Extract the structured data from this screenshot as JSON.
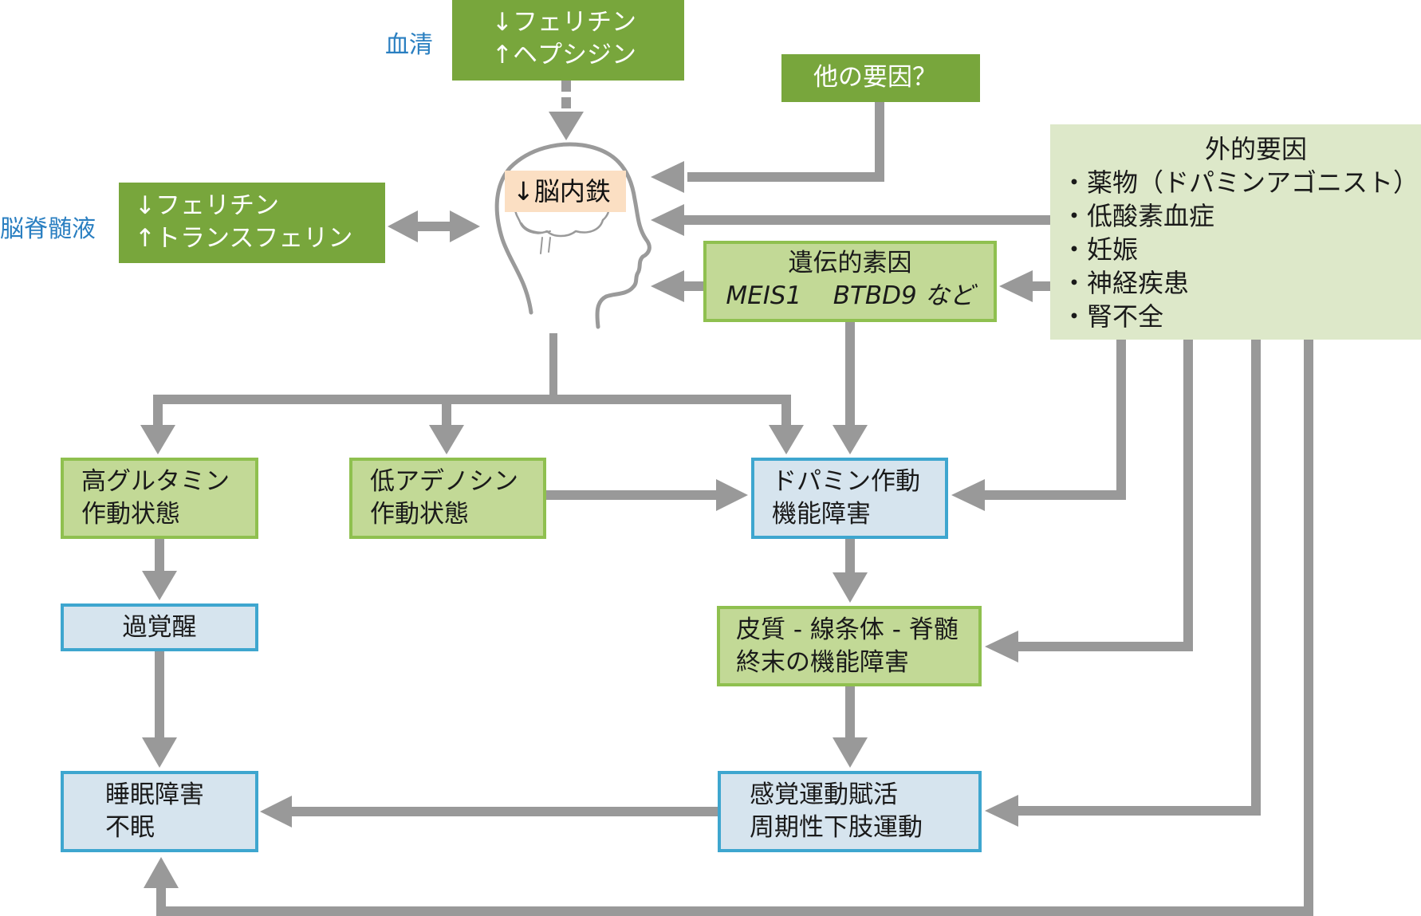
{
  "colors": {
    "dark_green": "#78a63c",
    "light_green_fill": "#c2d996",
    "light_green_border": "#8fc04f",
    "blue_fill": "#d6e4ee",
    "blue_border": "#3ea6cf",
    "pale_green": "#dde8c9",
    "arrow_gray": "#999999",
    "label_blue": "#2a7fc1",
    "iron_fill": "#fbdfc3"
  },
  "serum": {
    "label": "血清",
    "lines": [
      "↓フェリチン",
      "↑ヘプシジン"
    ]
  },
  "csf": {
    "label": "脳脊髄液",
    "lines": [
      "↓フェリチン",
      "↑トランスフェリン"
    ]
  },
  "other_factors": {
    "text": "他の要因？"
  },
  "brain_iron": {
    "text": "↓脳内鉄",
    "icon": "human-head-brain-icon"
  },
  "external_factors": {
    "title": "外的要因",
    "items": [
      "・薬物（ドパミンアゴニスト）",
      "・低酸素血症",
      "・妊娠",
      "・神経疾患",
      "・腎不全"
    ]
  },
  "genetic": {
    "title": "遺伝的素因",
    "genes": [
      "MEIS1",
      "BTBD9"
    ],
    "suffix": "など"
  },
  "glutamate": {
    "lines": [
      "高グルタミン",
      "作動状態"
    ]
  },
  "adenosine": {
    "lines": [
      "低アデノシン",
      "作動状態"
    ]
  },
  "dopamine": {
    "lines": [
      "ドパミン作動",
      "機能障害"
    ]
  },
  "hyperarousal": {
    "text": "過覚醒"
  },
  "cortex": {
    "lines": [
      "皮質 - 線条体 - 脊髄",
      "終末の機能障害"
    ]
  },
  "sleep": {
    "lines": [
      "睡眠障害",
      "不眠"
    ]
  },
  "sensorimotor": {
    "lines": [
      "感覚運動賦活",
      "周期性下肢運動"
    ]
  }
}
